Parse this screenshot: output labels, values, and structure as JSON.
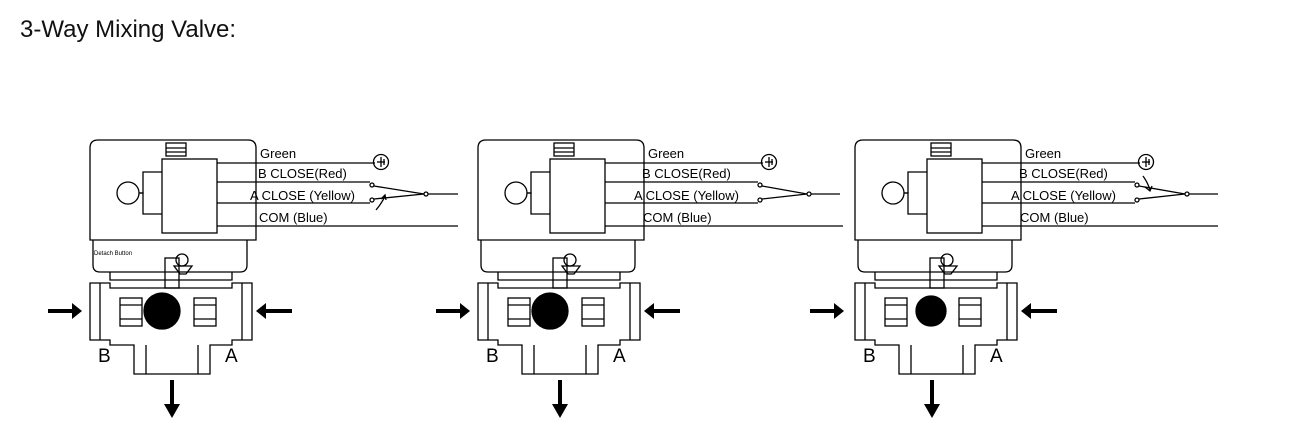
{
  "title": "3-Way Mixing Valve:",
  "wire_labels": {
    "green": "Green",
    "b_close": "B CLOSE(Red)",
    "a_close": "A CLOSE (Yellow)",
    "com": "COM (Blue)"
  },
  "detach_button": "Detach Button",
  "port_labels": {
    "b": "B",
    "a": "A"
  },
  "panels": [
    {
      "state": "a-close-switch-flipped"
    },
    {
      "state": "neutral"
    },
    {
      "state": "b-close-switch-flipped"
    }
  ]
}
